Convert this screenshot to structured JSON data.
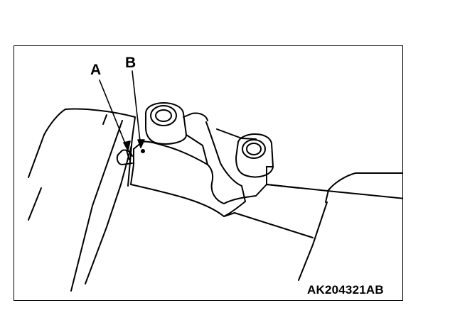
{
  "callouts": {
    "a": "A",
    "b": "B"
  },
  "figure_code": "AK204321AB",
  "colors": {
    "ink": "#000000",
    "paper": "#ffffff"
  }
}
